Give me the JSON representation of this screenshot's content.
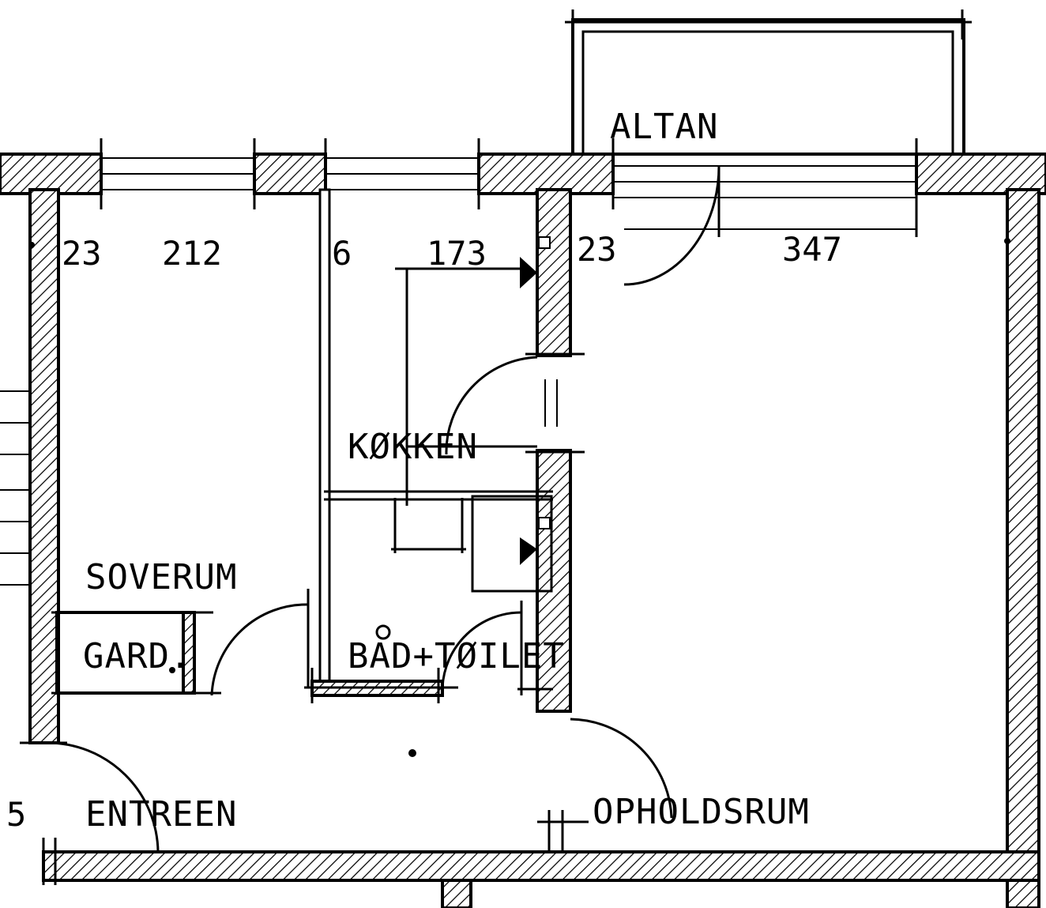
{
  "plan": {
    "rooms": {
      "altan": "ALTAN",
      "soverum": "SOVERUM",
      "gard": "GARD.",
      "kokken": "KØKKEN",
      "bad_toilet": "BAD+TØILET",
      "entreen": "ENTREEN",
      "opholdsrum": "OPHOLDSRUM"
    },
    "dimensions": {
      "d1": "23",
      "d2": "212",
      "d3": "6",
      "d4": "173",
      "d5": "23",
      "d6": "347",
      "d7": "5"
    }
  }
}
